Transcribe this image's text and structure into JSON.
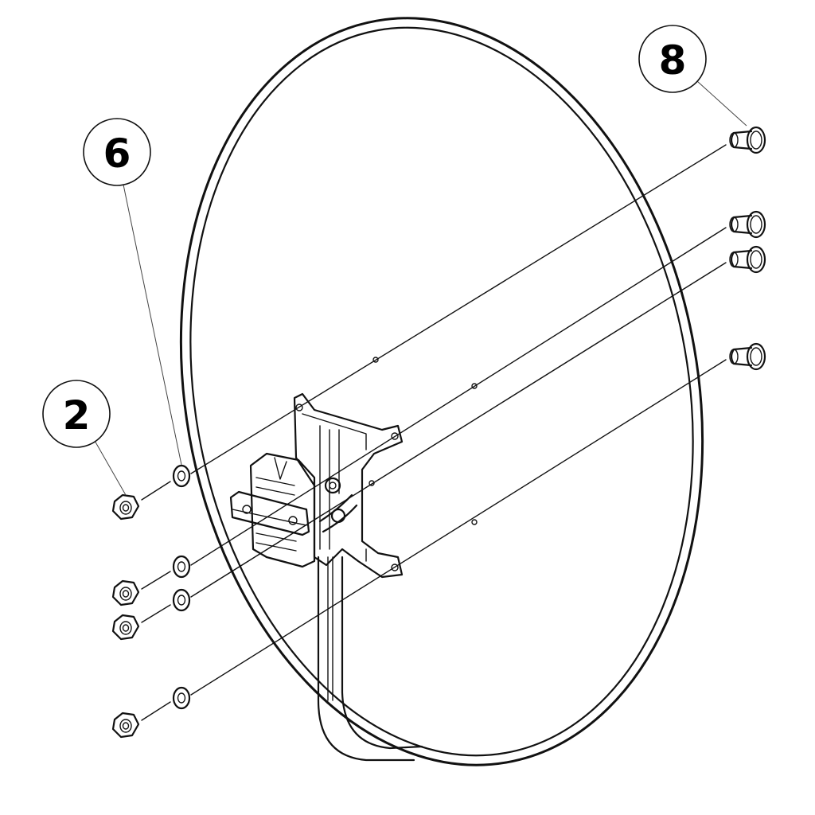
{
  "diagram": {
    "callouts": [
      {
        "id": "callout-8",
        "label": "8"
      },
      {
        "id": "callout-6",
        "label": "6"
      },
      {
        "id": "callout-2",
        "label": "2"
      }
    ]
  },
  "colors": {
    "line": "#111111",
    "background": "#ffffff"
  }
}
